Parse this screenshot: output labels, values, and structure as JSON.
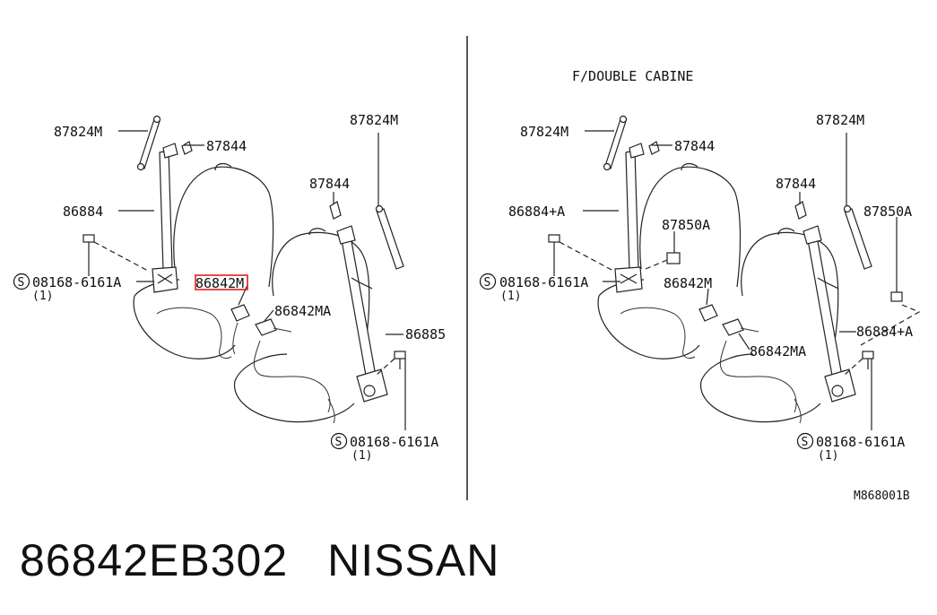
{
  "left_panel": {
    "labels": {
      "l_87824m_a": "87824M",
      "l_87844_a": "87844",
      "l_86884": "86884",
      "l_s_bolt_a": "08168-6161A",
      "l_qty_a": "(1)",
      "l_86842m": "86842M",
      "l_86842ma": "86842MA",
      "l_87824m_b": "87824M",
      "l_87844_b": "87844",
      "l_86885": "86885",
      "l_s_bolt_b": "08168-6161A",
      "l_qty_b": "(1)"
    },
    "highlight_label": "86842M",
    "highlight_color": "#e02020"
  },
  "right_panel": {
    "title": "F/DOUBLE CABINE",
    "labels": {
      "r_87824m_a": "87824M",
      "r_87844_a": "87844",
      "r_86884a": "86884+A",
      "r_87850a_a": "87850A",
      "r_s_bolt_a": "08168-6161A",
      "r_qty_a": "(1)",
      "r_86842m": "86842M",
      "r_86842ma": "86842MA",
      "r_87824m_b": "87824M",
      "r_87844_b": "87844",
      "r_87850a_b": "87850A",
      "r_86884a_b": "86884+A",
      "r_s_bolt_b": "08168-6161A",
      "r_qty_b": "(1)"
    },
    "figure_code": "M868001B"
  },
  "symbol_s": "S",
  "caption": {
    "part_number": "86842EB302",
    "brand": "NISSAN"
  }
}
